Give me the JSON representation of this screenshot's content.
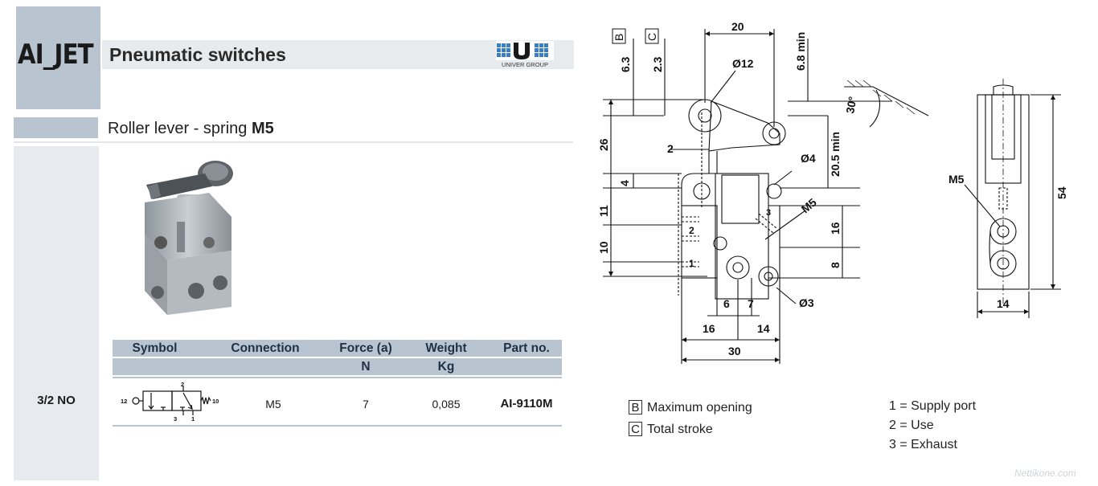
{
  "brand": "AI_JET",
  "title": "Pneumatic switches",
  "logo_text": "UNIVER GROUP",
  "subtitle": {
    "prefix": "Roller lever - spring ",
    "bold": "M5"
  },
  "variant_label": "3/2 NO",
  "table": {
    "headers": [
      "Symbol",
      "Connection",
      "Force (a)",
      "Weight",
      "Part no."
    ],
    "units": [
      "",
      "",
      "N",
      "Kg",
      ""
    ],
    "row": {
      "connection": "M5",
      "force": "7",
      "weight": "0,085",
      "part_no": "AI-9110M"
    }
  },
  "symbol_labels": {
    "port12": "12",
    "port2": "2",
    "port3": "3",
    "port1": "1",
    "port10": "10"
  },
  "front_view": {
    "top_labels": {
      "b": "B",
      "c": "C",
      "dim20": "20",
      "dim_d12": "Ø12",
      "dim68": "6.8 min"
    },
    "left_dims": {
      "d63": "6.3",
      "d23": "2.3",
      "d26": "26",
      "d2": "2",
      "d4": "4",
      "d11": "11",
      "d10": "10"
    },
    "right_dims": {
      "angle": "30°",
      "d205": "20.5 min",
      "d_d4": "Ø4",
      "d_m5": "M5",
      "d16": "16",
      "d8": "8",
      "d_d3": "Ø3",
      "p3": "3"
    },
    "bottom_dims": {
      "d6": "6",
      "d7": "7",
      "d16": "16",
      "d14": "14",
      "d30": "30"
    },
    "port_labels": {
      "p2": "2",
      "p1": "1"
    }
  },
  "side_view": {
    "m5": "M5",
    "d54": "54",
    "d14": "14"
  },
  "legend": [
    {
      "key": "B",
      "text": "Maximum opening"
    },
    {
      "key": "C",
      "text": "Total stroke"
    }
  ],
  "ports": [
    "1 = Supply port",
    "2 = Use",
    "3 = Exhaust"
  ],
  "watermark": "Nettikone.com"
}
